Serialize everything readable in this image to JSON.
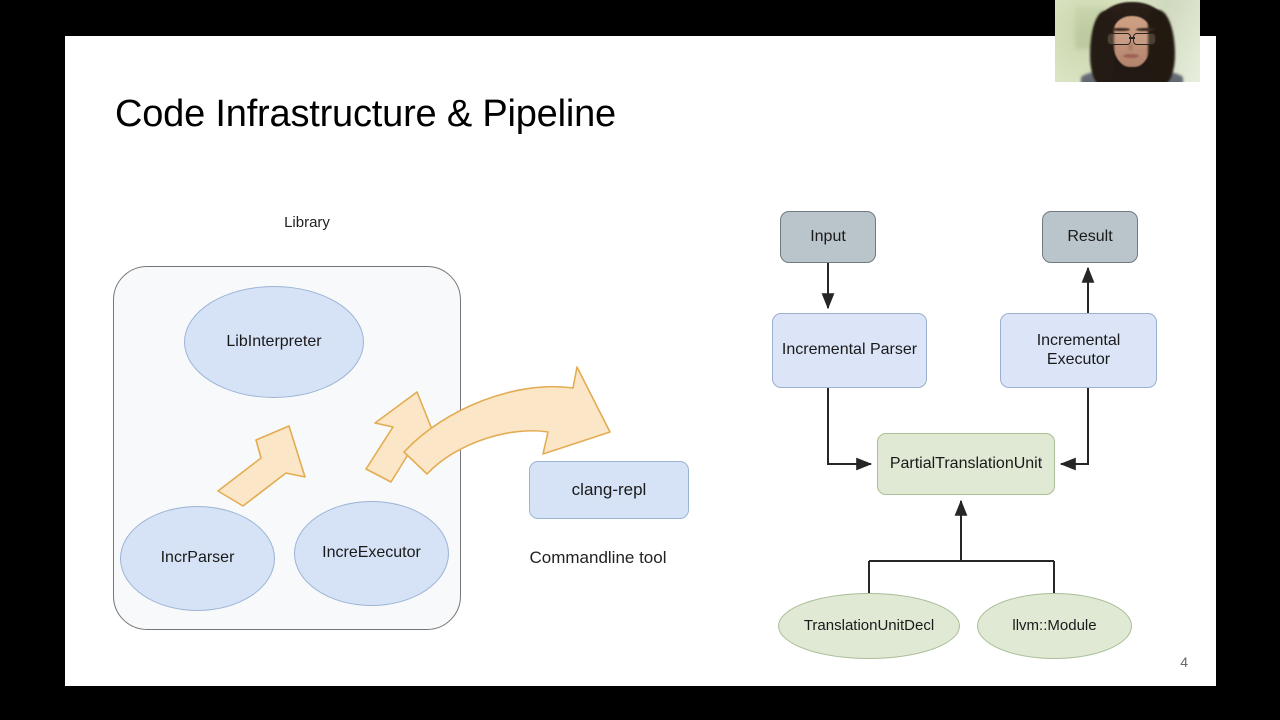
{
  "slide": {
    "title": "Code Infrastructure & Pipeline",
    "page_number": "4"
  },
  "left_diagram": {
    "library_caption": "Library",
    "commandline_caption": "Commandline tool",
    "nodes": [
      {
        "id": "libinterpreter",
        "label": "LibInterpreter",
        "shape": "ellipse",
        "color": "#d6e2f5"
      },
      {
        "id": "incrparser",
        "label": "IncrParser",
        "shape": "ellipse",
        "color": "#d6e2f5"
      },
      {
        "id": "increexecutor",
        "label": "IncreExecutor",
        "shape": "ellipse",
        "color": "#d6e2f5"
      },
      {
        "id": "clangrepl",
        "label": "clang-repl",
        "shape": "rounded-rect",
        "color": "#d6e2f5"
      }
    ],
    "arrows": [
      {
        "from": "incrparser",
        "to": "libinterpreter",
        "style": "block-arrow",
        "color": "#fce6c8"
      },
      {
        "from": "increexecutor",
        "to": "libinterpreter",
        "style": "block-arrow",
        "color": "#fce6c8"
      },
      {
        "from": "library",
        "to": "clangrepl",
        "style": "curved-block-arrow",
        "color": "#fce6c8"
      }
    ]
  },
  "right_diagram": {
    "nodes": [
      {
        "id": "input",
        "label": "Input",
        "shape": "rounded-rect",
        "color": "#b9c5ca"
      },
      {
        "id": "result",
        "label": "Result",
        "shape": "rounded-rect",
        "color": "#b9c5ca"
      },
      {
        "id": "incparser",
        "label": "Incremental Parser",
        "shape": "rounded-rect",
        "color": "#dbe5f7"
      },
      {
        "id": "incexecutor",
        "label": "Incremental Executor",
        "shape": "rounded-rect",
        "color": "#dbe5f7"
      },
      {
        "id": "ptu",
        "label": "PartialTranslationUnit",
        "shape": "rounded-rect",
        "color": "#dfe9d4"
      },
      {
        "id": "tud",
        "label": "TranslationUnitDecl",
        "shape": "ellipse",
        "color": "#dfe9d4"
      },
      {
        "id": "llvmmod",
        "label": "llvm::Module",
        "shape": "ellipse",
        "color": "#dfe9d4"
      }
    ],
    "edges": [
      {
        "from": "input",
        "to": "incparser",
        "direction": "down"
      },
      {
        "from": "incparser",
        "to": "ptu",
        "direction": "elbow-right"
      },
      {
        "from": "incexecutor",
        "to": "ptu",
        "direction": "elbow-left"
      },
      {
        "from": "incexecutor",
        "to": "result",
        "direction": "up"
      },
      {
        "from": "tud",
        "to": "ptu",
        "direction": "merge-up"
      },
      {
        "from": "llvmmod",
        "to": "ptu",
        "direction": "merge-up"
      }
    ]
  },
  "webcam": {
    "label": "presenter-webcam"
  },
  "colors": {
    "slide_background": "#ffffff",
    "screen_background": "#000000",
    "blue_fill": "#d6e2f5",
    "blue_stroke": "#9bb4d6",
    "green_fill": "#dfe9d4",
    "green_stroke": "#a9bd96",
    "gray_fill": "#b9c5ca",
    "gray_stroke": "#6f7b80",
    "arrow_fill": "#fce6c8",
    "arrow_stroke": "#e2ad52",
    "library_fill": "#f8f9fa",
    "library_stroke": "#767676",
    "connector_stroke": "#262626"
  }
}
